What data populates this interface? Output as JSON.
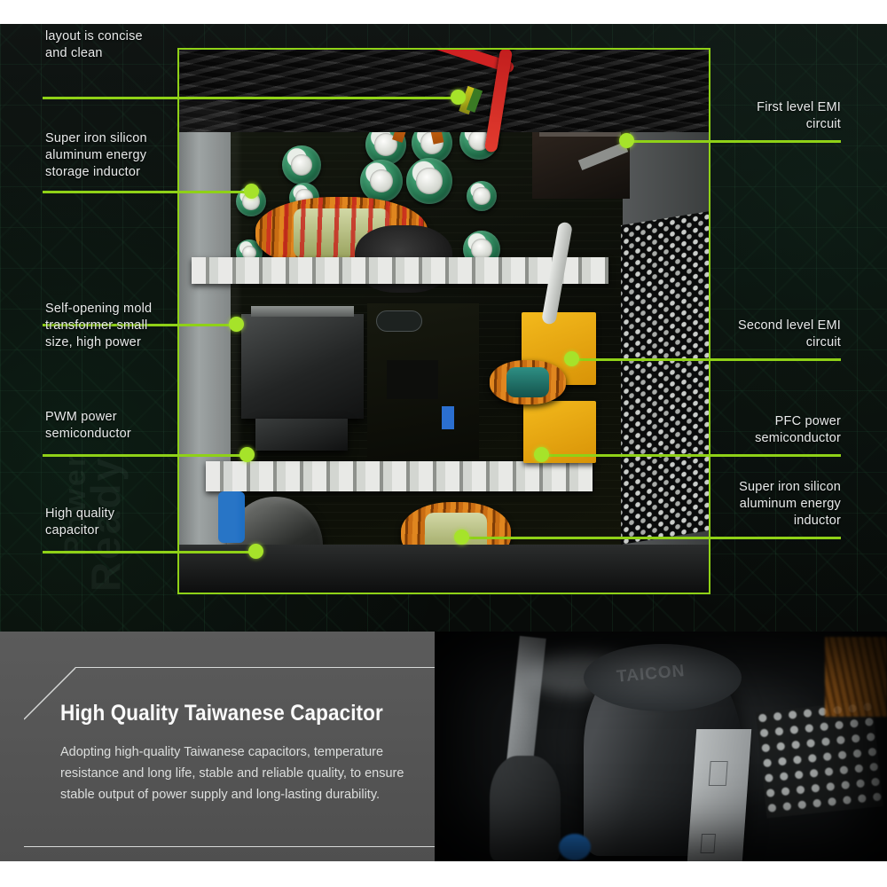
{
  "hero": {
    "diagram_name": "psu-internal-layout",
    "accent_color": "#8fd117",
    "dot_color": "#a6e32a",
    "callouts_left": [
      {
        "name": "layout-concise",
        "text": "layout is concise\nand clean"
      },
      {
        "name": "storage-inductor",
        "text": "Super iron silicon\naluminum energy\nstorage inductor"
      },
      {
        "name": "transformer",
        "text": "Self-opening mold\ntransformer small\nsize, high power"
      },
      {
        "name": "pwm-semiconductor",
        "text": "PWM power\nsemiconductor"
      },
      {
        "name": "high-quality-capacitor",
        "text": "High quality\ncapacitor"
      }
    ],
    "callouts_right": [
      {
        "name": "first-level-emi",
        "text": "First level EMI\ncircuit"
      },
      {
        "name": "second-level-emi",
        "text": "Second level EMI\ncircuit"
      },
      {
        "name": "pfc-semiconductor",
        "text": "PFC power\nsemiconductor"
      },
      {
        "name": "super-iron-inductor",
        "text": "Super iron silicon\naluminum energy\ninductor"
      }
    ]
  },
  "feature": {
    "title": "High Quality Taiwanese Capacitor",
    "body": "Adopting high-quality Taiwanese capacitors, temperature resistance and long life, stable and reliable quality, to ensure stable output of power supply and long-lasting durability.",
    "photo_name": "capacitor-closeup-photo",
    "photo_cap_text": "TAICON"
  }
}
